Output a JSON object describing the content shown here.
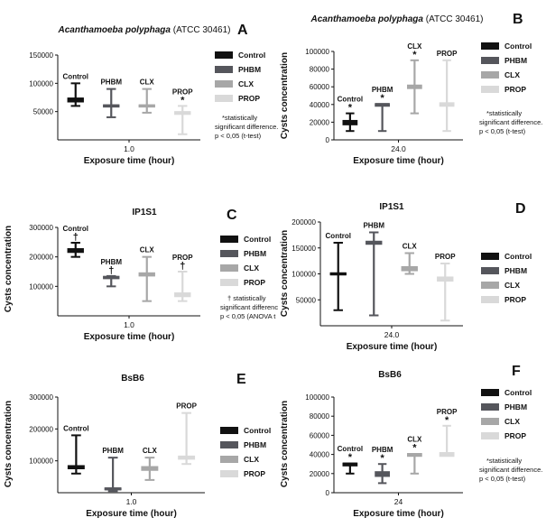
{
  "legend_colors": {
    "Control": "#111111",
    "PHBM": "#55565c",
    "CLX": "#a7a7a7",
    "PROP": "#d9d9d9"
  },
  "chart_data": [
    {
      "id": "A",
      "type": "box",
      "panel_label": "A",
      "title": "Acanthamoeba polyphaga",
      "title_suffix": " (ATCC 30461)",
      "title_italic": true,
      "xlabel": "Exposure time (hour)",
      "ylabel": "",
      "x_tick": "1.0",
      "ylim": [
        0,
        150000
      ],
      "yticks": [
        50000,
        100000,
        150000
      ],
      "ytick_labels": [
        "50000",
        "100000",
        "150000"
      ],
      "grid": false,
      "legend_position": "right",
      "series": [
        {
          "name": "Control",
          "min": 60000,
          "q1": 67000,
          "median": 72000,
          "q3": 74000,
          "max": 100000
        },
        {
          "name": "PHBM",
          "min": 40000,
          "q1": 58000,
          "median": 60000,
          "q3": 62000,
          "max": 90000
        },
        {
          "name": "CLX",
          "min": 48000,
          "q1": 58000,
          "median": 60000,
          "q3": 62000,
          "max": 90000
        },
        {
          "name": "PROP",
          "min": 10000,
          "q1": 45000,
          "median": 48000,
          "q3": 50000,
          "max": 60000
        }
      ],
      "labels": [
        {
          "series": "Control",
          "text": "Control",
          "mark": ""
        },
        {
          "series": "PHBM",
          "text": "PHBM",
          "mark": ""
        },
        {
          "series": "CLX",
          "text": "CLX",
          "mark": ""
        },
        {
          "series": "PROP",
          "text": "PROP",
          "mark": "*"
        }
      ],
      "note": [
        "*statistically",
        "significant difference.",
        "p < 0,05 (t-test)"
      ]
    },
    {
      "id": "B",
      "type": "box",
      "panel_label": "B",
      "title": "Acanthamoeba polyphaga",
      "title_suffix": " (ATCC 30461)",
      "title_italic": true,
      "xlabel": "Exposure time (hour)",
      "ylabel": "Cysts concentration",
      "x_tick": "24.0",
      "ylim": [
        0,
        100000
      ],
      "yticks": [
        0,
        20000,
        40000,
        60000,
        80000,
        100000
      ],
      "ytick_labels": [
        "0",
        "20000",
        "40000",
        "60000",
        "80000",
        "100000"
      ],
      "grid": false,
      "legend_position": "right",
      "series": [
        {
          "name": "Control",
          "min": 10000,
          "q1": 17000,
          "median": 20000,
          "q3": 22000,
          "max": 30000
        },
        {
          "name": "PHBM",
          "min": 10000,
          "q1": 38000,
          "median": 40000,
          "q3": 41000,
          "max": 40000
        },
        {
          "name": "CLX",
          "min": 30000,
          "q1": 58000,
          "median": 60000,
          "q3": 62000,
          "max": 90000
        },
        {
          "name": "PROP",
          "min": 10000,
          "q1": 38000,
          "median": 40000,
          "q3": 42000,
          "max": 90000
        }
      ],
      "labels": [
        {
          "series": "Control",
          "text": "Control",
          "mark": "*"
        },
        {
          "series": "PHBM",
          "text": "PHBM",
          "mark": "*"
        },
        {
          "series": "CLX",
          "text": "CLX",
          "mark": "*"
        },
        {
          "series": "PROP",
          "text": "PROP",
          "mark": ""
        }
      ],
      "note": [
        "*statistically",
        "significant difference.",
        "p < 0,05 (t-test)"
      ]
    },
    {
      "id": "C",
      "type": "box",
      "panel_label": "C",
      "title": "IP1S1",
      "title_suffix": "",
      "title_italic": false,
      "xlabel": "Exposure time (hour)",
      "ylabel": "Cysts concentration",
      "x_tick": "1.0",
      "ylim": [
        0,
        300000
      ],
      "yticks": [
        100000,
        200000,
        300000
      ],
      "ytick_labels": [
        "100000",
        "200000",
        "300000"
      ],
      "grid": false,
      "legend_position": "right",
      "series": [
        {
          "name": "Control",
          "min": 200000,
          "q1": 215000,
          "median": 222000,
          "q3": 228000,
          "max": 248000
        },
        {
          "name": "PHBM",
          "min": 100000,
          "q1": 126000,
          "median": 130000,
          "q3": 134000,
          "max": 135000
        },
        {
          "name": "CLX",
          "min": 50000,
          "q1": 135000,
          "median": 142000,
          "q3": 146000,
          "max": 200000
        },
        {
          "name": "PROP",
          "min": 50000,
          "q1": 65000,
          "median": 72000,
          "q3": 78000,
          "max": 150000
        }
      ],
      "labels": [
        {
          "series": "Control",
          "text": "Control",
          "mark": "†"
        },
        {
          "series": "PHBM",
          "text": "PHBM",
          "mark": "†"
        },
        {
          "series": "CLX",
          "text": "CLX",
          "mark": ""
        },
        {
          "series": "PROP",
          "text": "PROP",
          "mark": "†"
        }
      ],
      "note": [
        "† statistically",
        "significant differenc",
        "p < 0,05 (ANOVA t"
      ]
    },
    {
      "id": "D",
      "type": "box",
      "panel_label": "D",
      "title": "IP1S1",
      "title_suffix": "",
      "title_italic": false,
      "xlabel": "Exposure time (hour)",
      "ylabel": "Cysts concentration",
      "x_tick": "24.0",
      "ylim": [
        0,
        200000
      ],
      "yticks": [
        50000,
        100000,
        150000,
        200000
      ],
      "ytick_labels": [
        "50000",
        "100000",
        "150000",
        "200000"
      ],
      "grid": false,
      "legend_position": "right",
      "series": [
        {
          "name": "Control",
          "min": 30000,
          "q1": 98000,
          "median": 100000,
          "q3": 102000,
          "max": 160000
        },
        {
          "name": "PHBM",
          "min": 20000,
          "q1": 157000,
          "median": 160000,
          "q3": 163000,
          "max": 180000
        },
        {
          "name": "CLX",
          "min": 100000,
          "q1": 106000,
          "median": 110000,
          "q3": 114000,
          "max": 140000
        },
        {
          "name": "PROP",
          "min": 10000,
          "q1": 86000,
          "median": 90000,
          "q3": 94000,
          "max": 120000
        }
      ],
      "labels": [
        {
          "series": "Control",
          "text": "Control",
          "mark": ""
        },
        {
          "series": "PHBM",
          "text": "PHBM",
          "mark": ""
        },
        {
          "series": "CLX",
          "text": "CLX",
          "mark": ""
        },
        {
          "series": "PROP",
          "text": "PROP",
          "mark": ""
        }
      ],
      "note": []
    },
    {
      "id": "E",
      "type": "box",
      "panel_label": "E",
      "title": "BsB6",
      "title_suffix": "",
      "title_italic": false,
      "xlabel": "Exposure time (hour)",
      "ylabel": "Cysts concentration",
      "x_tick": "1.0",
      "ylim": [
        0,
        300000
      ],
      "yticks": [
        100000,
        200000,
        300000
      ],
      "ytick_labels": [
        "100000",
        "200000",
        "300000"
      ],
      "grid": false,
      "legend_position": "right",
      "series": [
        {
          "name": "Control",
          "min": 60000,
          "q1": 75000,
          "median": 80000,
          "q3": 85000,
          "max": 180000
        },
        {
          "name": "PHBM",
          "min": 5000,
          "q1": 9000,
          "median": 12000,
          "q3": 15000,
          "max": 110000
        },
        {
          "name": "CLX",
          "min": 40000,
          "q1": 70000,
          "median": 75000,
          "q3": 82000,
          "max": 110000
        },
        {
          "name": "PROP",
          "min": 90000,
          "q1": 105000,
          "median": 110000,
          "q3": 115000,
          "max": 250000
        }
      ],
      "labels": [
        {
          "series": "Control",
          "text": "Control",
          "mark": ""
        },
        {
          "series": "PHBM",
          "text": "PHBM",
          "mark": ""
        },
        {
          "series": "CLX",
          "text": "CLX",
          "mark": ""
        },
        {
          "series": "PROP",
          "text": "PROP",
          "mark": ""
        }
      ],
      "note": []
    },
    {
      "id": "F",
      "type": "box",
      "panel_label": "F",
      "title": "BsB6",
      "title_suffix": "",
      "title_italic": false,
      "xlabel": "Exposure time (hour)",
      "ylabel": "Cysts concentration",
      "x_tick": "24",
      "ylim": [
        0,
        100000
      ],
      "yticks": [
        0,
        20000,
        40000,
        60000,
        80000,
        100000
      ],
      "ytick_labels": [
        "0",
        "20000",
        "40000",
        "60000",
        "80000",
        "100000"
      ],
      "grid": false,
      "legend_position": "right",
      "series": [
        {
          "name": "Control",
          "min": 20000,
          "q1": 28000,
          "median": 30000,
          "q3": 31000,
          "max": 30000
        },
        {
          "name": "PHBM",
          "min": 10000,
          "q1": 17000,
          "median": 20000,
          "q3": 22000,
          "max": 30000
        },
        {
          "name": "CLX",
          "min": 20000,
          "q1": 38000,
          "median": 40000,
          "q3": 41000,
          "max": 40000
        },
        {
          "name": "PROP",
          "min": 40000,
          "q1": 38000,
          "median": 40000,
          "q3": 42000,
          "max": 70000
        }
      ],
      "labels": [
        {
          "series": "Control",
          "text": "Control",
          "mark": "*"
        },
        {
          "series": "PHBM",
          "text": "PHBM",
          "mark": "*"
        },
        {
          "series": "CLX",
          "text": "CLX",
          "mark": "*"
        },
        {
          "series": "PROP",
          "text": "PROP",
          "mark": "*"
        }
      ],
      "note": [
        "*statistically",
        "significant difference.",
        "p < 0,05 (t-test)"
      ]
    }
  ]
}
